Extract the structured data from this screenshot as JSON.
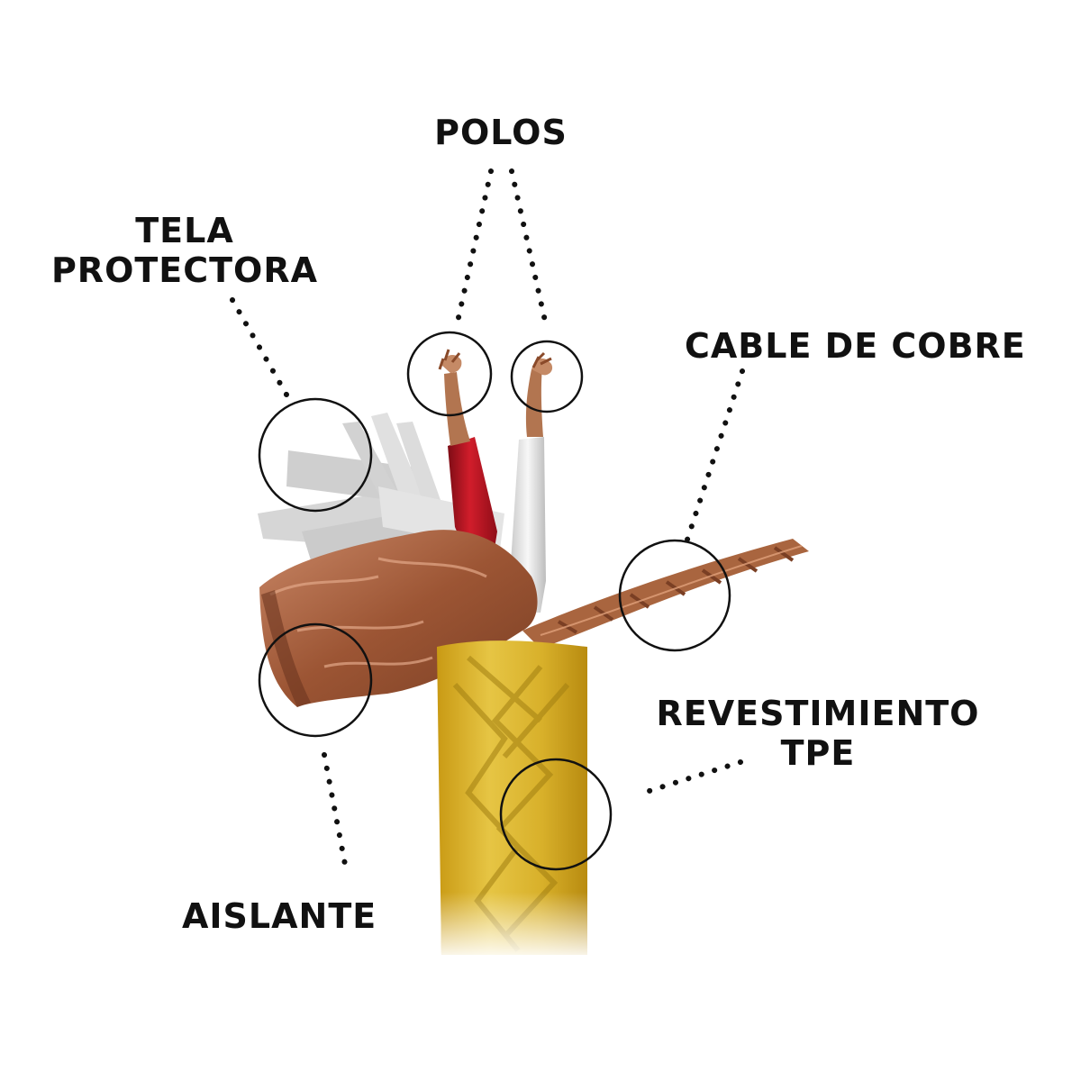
{
  "labels": {
    "polos": "POLOS",
    "tela_protectora": [
      "TELA",
      "PROTECTORA"
    ],
    "cable_de_cobre": "CABLE DE COBRE",
    "revestimiento_tpe": [
      "REVESTIMIENTO",
      "TPE"
    ],
    "aislante": "AISLANTE"
  },
  "colors": {
    "jacket": "#d9b227",
    "copper": "#b06a45",
    "red_wire": "#b1121f",
    "white_wire": "#e8e8e8",
    "fabric": "#d8d8d8",
    "callout": "#111111"
  }
}
